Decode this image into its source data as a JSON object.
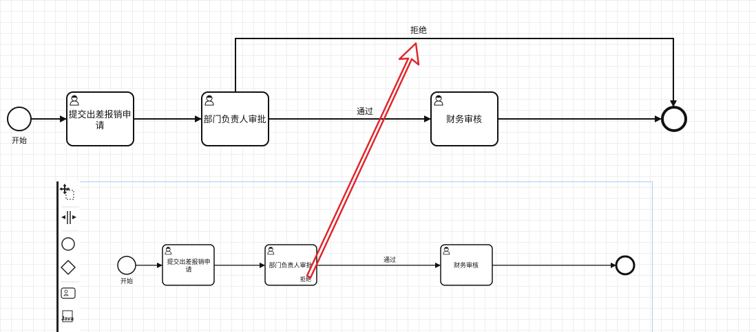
{
  "top_diagram": {
    "start_label": "开始",
    "task1": "提交出差报销申请",
    "task1_lines": [
      "提交出差报销申",
      "请"
    ],
    "task2": "部门负责人审批",
    "task3": "财务审核",
    "flow_pass": "通过",
    "flow_reject": "拒绝"
  },
  "bottom_diagram": {
    "start_label": "开始",
    "task1_lines": [
      "提交出差报销申",
      "请"
    ],
    "task2": "部门负责人审批",
    "task3": "财务审核",
    "flow_pass": "通过",
    "flow_reject": "拒绝"
  },
  "palette": {
    "items": [
      "lasso-tool",
      "space-tool",
      "start-event",
      "gateway",
      "user-task",
      "java-task"
    ],
    "java_label": "Java"
  },
  "colors": {
    "annotation_arrow": "#e0252b",
    "panel_border": "#a9ccf0"
  }
}
